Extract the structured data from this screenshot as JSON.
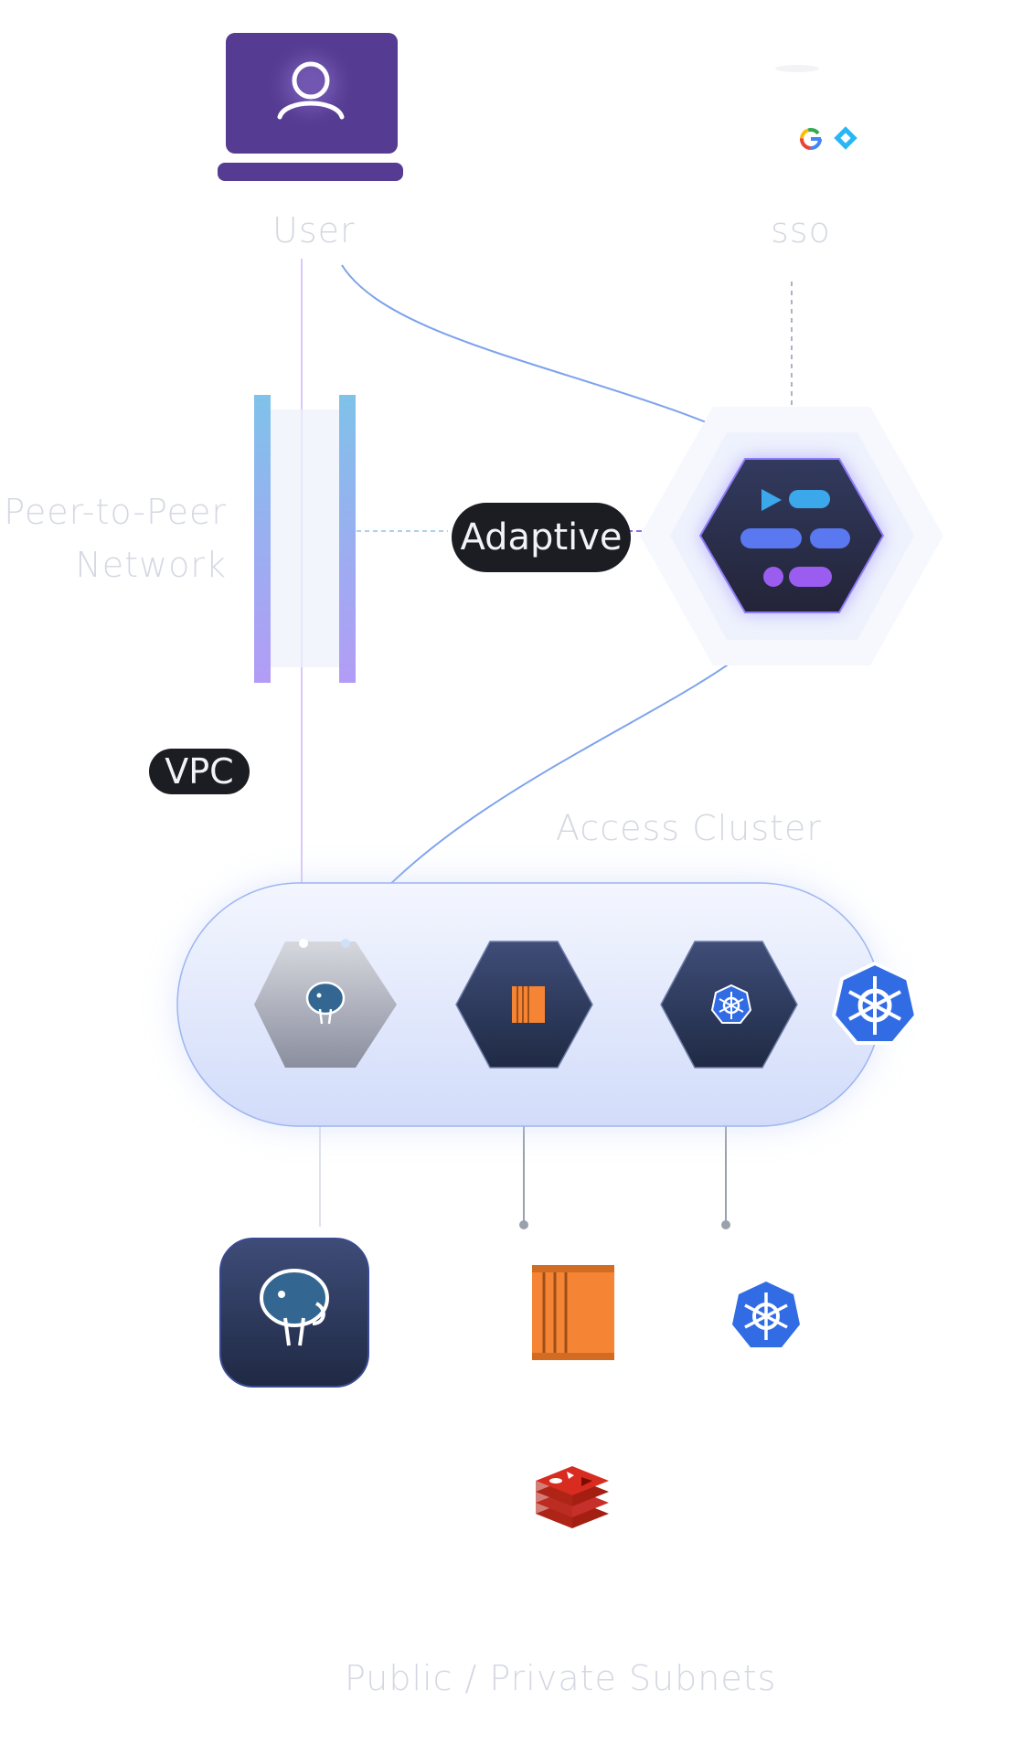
{
  "nodes": {
    "user": {
      "label": "User",
      "icon": "user-laptop-icon"
    },
    "sso": {
      "label": "sso",
      "providers": [
        "google-icon",
        "okta-icon"
      ]
    },
    "p2p": {
      "label_line1": "Peer-to-Peer",
      "label_line2": "Network"
    },
    "adaptive": {
      "label": "Adaptive",
      "icon": "adaptive-logo-icon"
    },
    "vpc": {
      "label": "VPC"
    },
    "access_cluster": {
      "label": "Access Cluster",
      "agents": [
        "postgres-icon",
        "aws-ec2-icon",
        "kubernetes-icon",
        "kubernetes-icon"
      ]
    },
    "subnets": {
      "label": "Public / Private Subnets",
      "resources": [
        "postgres-icon",
        "aws-ec2-icon",
        "kubernetes-icon",
        "redis-icon"
      ]
    }
  },
  "colors": {
    "user_purple": "#553b91",
    "adaptive_dark": "#2a2c4a",
    "label_gray": "#d5d8e2",
    "pill_dark": "#1c1d22",
    "link_blue": "#6d97e8",
    "k8s_blue": "#326ce5",
    "aws_orange": "#f58534",
    "redis_red": "#c6302b"
  }
}
